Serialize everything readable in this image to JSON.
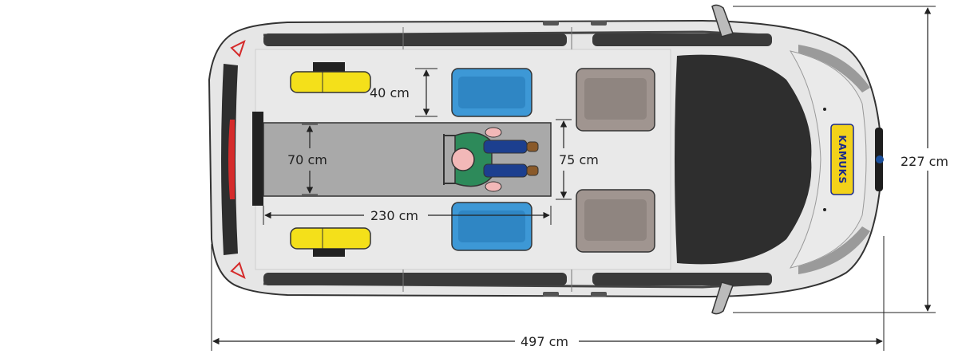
{
  "labels": {
    "seat_depth": "40 cm",
    "platform_width": "70 cm",
    "door_width": "75 cm",
    "platform_length": "230 cm",
    "overall_width": "227 cm",
    "overall_length": "497 cm"
  },
  "logo": {
    "text": "KAMUKS",
    "background": "#f3d21a",
    "text_color": "#1a2a8c"
  },
  "colors": {
    "body": "#e6e6e6",
    "windshield": "#2e2e2e",
    "platform": "#a9a9a9",
    "folding_seat": "#f4e01a",
    "passenger_seat": "#3d98d6",
    "front_seat": "#a09590",
    "tail_light": "#d52b2b",
    "person_shirt": "#2d8a5a",
    "person_pants": "#1c3f8f",
    "person_shoes": "#8a5a2a",
    "person_skin": "#f2b8b8"
  }
}
